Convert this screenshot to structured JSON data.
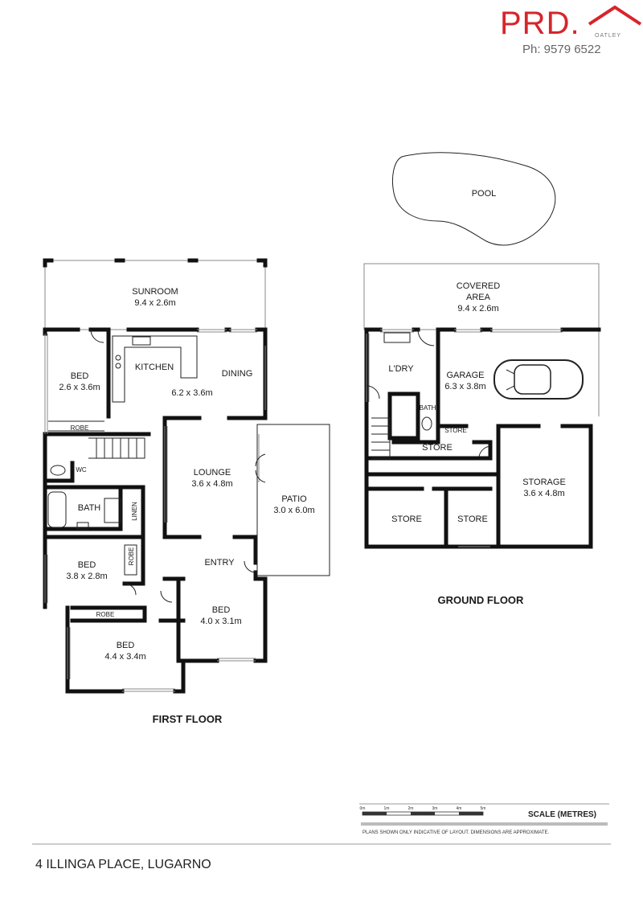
{
  "brand": {
    "logo_text": "PRD.",
    "office": "OATLEY",
    "phone": "Ph: 9579 6522",
    "accent_color": "#d7242b"
  },
  "first_floor": {
    "title": "FIRST FLOOR",
    "rooms": {
      "sunroom": {
        "name": "SUNROOM",
        "size": "9.4 x 2.6m"
      },
      "bed1": {
        "name": "BED",
        "size": "2.6 x 3.6m"
      },
      "kitchen": {
        "name": "KITCHEN"
      },
      "dining": {
        "name": "DINING"
      },
      "kitchen_dining_size": "6.2 x 3.6m",
      "robe1": {
        "name": "ROBE"
      },
      "wc": {
        "name": "WC"
      },
      "bath": {
        "name": "BATH"
      },
      "linen": {
        "name": "LINEN"
      },
      "lounge": {
        "name": "LOUNGE",
        "size": "3.6 x 4.8m"
      },
      "patio": {
        "name": "PATIO",
        "size": "3.0 x 6.0m"
      },
      "bed2": {
        "name": "BED",
        "size": "3.8 x 2.8m"
      },
      "robe2": {
        "name": "ROBE"
      },
      "entry": {
        "name": "ENTRY"
      },
      "robe3": {
        "name": "ROBE"
      },
      "bed3": {
        "name": "BED",
        "size": "4.4 x 3.4m"
      },
      "bed4": {
        "name": "BED",
        "size": "4.0 x 3.1m"
      }
    }
  },
  "ground_floor": {
    "title": "GROUND FLOOR",
    "pool": {
      "name": "POOL"
    },
    "rooms": {
      "covered": {
        "name_line1": "COVERED",
        "name_line2": "AREA",
        "size": "9.4 x 2.6m"
      },
      "laundry": {
        "name": "L'DRY"
      },
      "garage": {
        "name": "GARAGE",
        "size": "6.3 x 3.8m"
      },
      "bath": {
        "name": "BATH"
      },
      "store_small": {
        "name": "STORE"
      },
      "store_mid": {
        "name": "STORE"
      },
      "storage": {
        "name": "STORAGE",
        "size": "3.6 x 4.8m"
      },
      "store_left": {
        "name": "STORE"
      },
      "store_right": {
        "name": "STORE"
      }
    }
  },
  "scale": {
    "title": "SCALE (METRES)",
    "ticks": [
      "0m",
      "1m",
      "2m",
      "3m",
      "4m",
      "5m"
    ],
    "disclaimer": "PLANS SHOWN ONLY INDICATIVE OF LAYOUT.  DIMENSIONS ARE APPROXIMATE."
  },
  "address": "4 ILLINGA PLACE, LUGARNO"
}
